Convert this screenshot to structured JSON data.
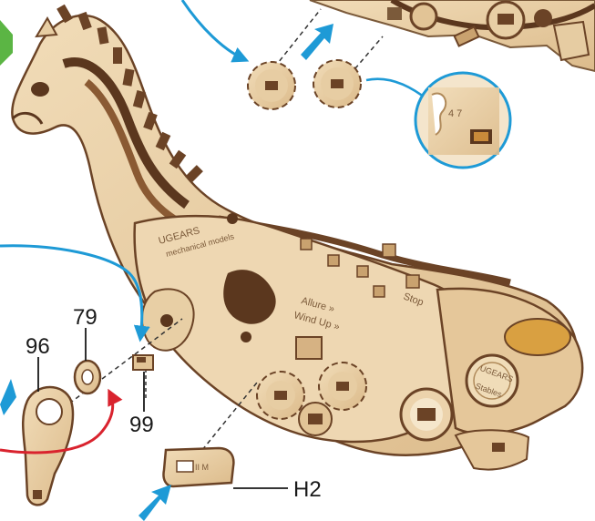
{
  "labels": {
    "part_96": "96",
    "part_79": "79",
    "part_99": "99",
    "part_h2": "H2"
  },
  "engravings": {
    "brand": "UGEARS",
    "brand_sub": "mechanical models",
    "allure": "Allure »",
    "wind_up": "Wind Up »",
    "stop": "Stop",
    "knob_brand": "UGEARS",
    "knob_sub": "Stables",
    "h2_mark": "II M",
    "zoom_marks": "4    7"
  },
  "colors": {
    "wood_light": "#ecd3ac",
    "wood_mid": "#d9b98a",
    "wood_dark": "#6b4326",
    "arrow_blue": "#1e9ad6",
    "arrow_red": "#d9232e",
    "step_green": "#5bb544"
  },
  "icons": {
    "step_marker": "green-hexagon-icon",
    "assembly_arrow": "blue-arrow-icon"
  }
}
